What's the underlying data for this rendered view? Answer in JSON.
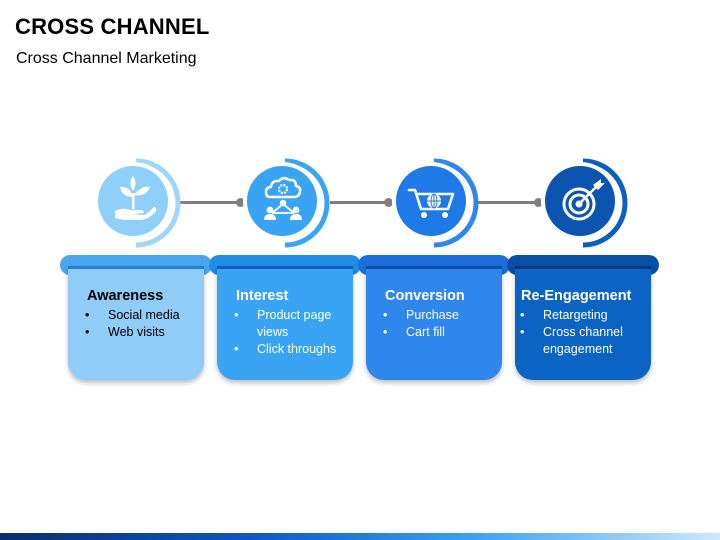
{
  "header": {
    "title": "CROSS CHANNEL",
    "subtitle": "Cross Channel Marketing"
  },
  "stages": [
    {
      "title": "Awareness",
      "bullets": [
        "Social media",
        "Web visits"
      ],
      "icon": "hand-plant-icon",
      "color": "#8fcdf8",
      "shelf_color": "#4aa6f0",
      "line_color": "#2b7fd0",
      "text_color": "#000000"
    },
    {
      "title": "Interest",
      "bullets": [
        "Product page views",
        "Click throughs"
      ],
      "icon": "cloud-network-icon",
      "color": "#3aa4f4",
      "shelf_color": "#1f8de8",
      "line_color": "#0d5fb8",
      "text_color": "#ffffff"
    },
    {
      "title": "Conversion",
      "bullets": [
        "Purchase",
        "Cart fill"
      ],
      "icon": "shopping-cart-globe-icon",
      "color": "#2f86ec",
      "shelf_color": "#1a6fdc",
      "line_color": "#0c4fa8",
      "text_color": "#ffffff"
    },
    {
      "title": "Re-Engagement",
      "bullets": [
        "Retargeting",
        "Cross channel engagement"
      ],
      "icon": "target-arrow-icon",
      "color": "#0b63c4",
      "shelf_color": "#0a4fa6",
      "line_color": "#073a80",
      "text_color": "#ffffff"
    }
  ]
}
